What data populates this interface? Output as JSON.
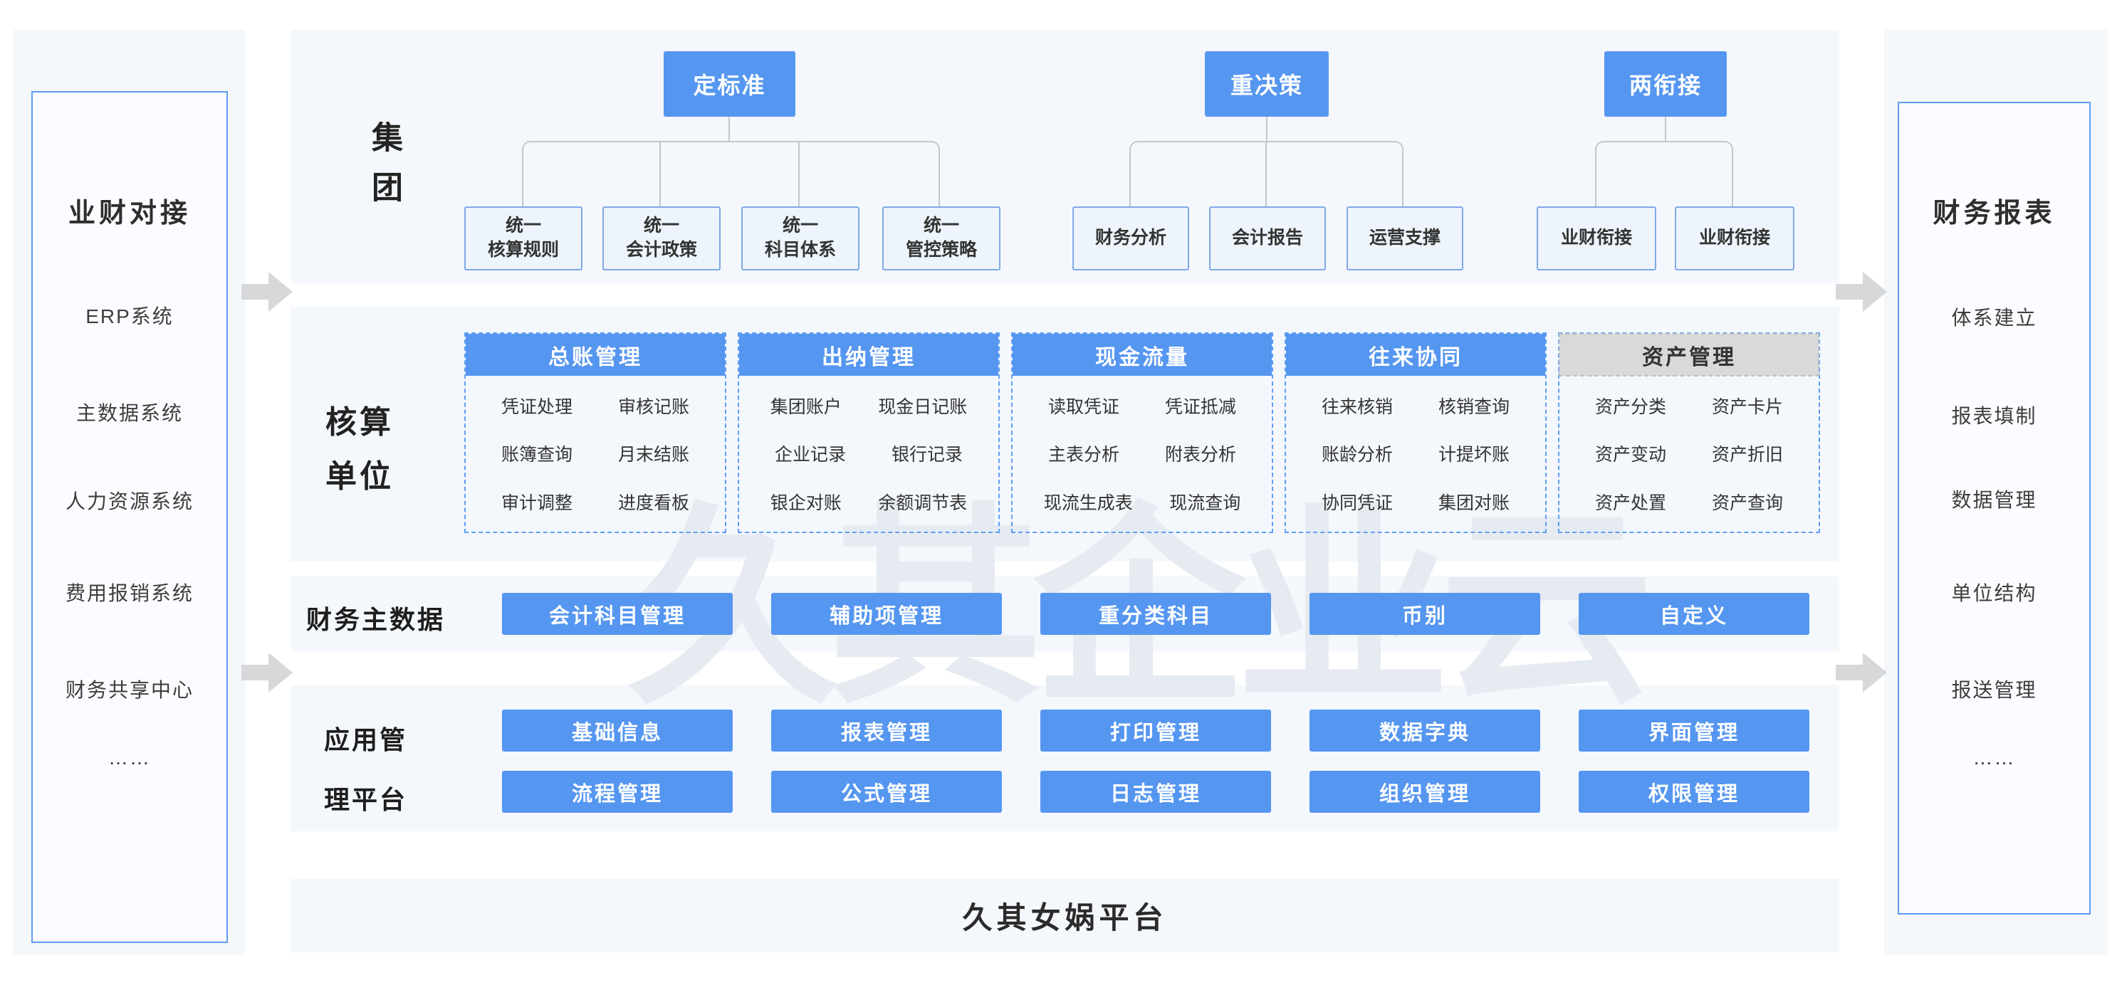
{
  "left_panel": {
    "title": "业财对接",
    "items": [
      "ERP系统",
      "主数据系统",
      "人力资源系统",
      "费用报销系统",
      "财务共享中心",
      "……"
    ]
  },
  "right_panel": {
    "title": "财务报表",
    "items": [
      "体系建立",
      "报表填制",
      "数据管理",
      "单位结构",
      "报送管理",
      "……"
    ]
  },
  "group_section": {
    "label": "集团",
    "trees": [
      {
        "parent": "定标准",
        "children": [
          "统一\n核算规则",
          "统一\n会计政策",
          "统一\n科目体系",
          "统一\n管控策略"
        ]
      },
      {
        "parent": "重决策",
        "children": [
          "财务分析",
          "会计报告",
          "运营支撑"
        ]
      },
      {
        "parent": "两衔接",
        "children": [
          "业财衔接",
          "业财衔接"
        ]
      }
    ]
  },
  "accounting_section": {
    "label_lines": [
      "核算",
      "单位"
    ],
    "columns": [
      {
        "header": "总账管理",
        "header_style": "blue",
        "items": [
          [
            "凭证处理",
            "审核记账"
          ],
          [
            "账簿查询",
            "月末结账"
          ],
          [
            "审计调整",
            "进度看板"
          ]
        ]
      },
      {
        "header": "出纳管理",
        "header_style": "blue",
        "items": [
          [
            "集团账户",
            "现金日记账"
          ],
          [
            "企业记录",
            "银行记录"
          ],
          [
            "银企对账",
            "余额调节表"
          ]
        ]
      },
      {
        "header": "现金流量",
        "header_style": "blue",
        "items": [
          [
            "读取凭证",
            "凭证抵减"
          ],
          [
            "主表分析",
            "附表分析"
          ],
          [
            "现流生成表",
            "现流查询"
          ]
        ]
      },
      {
        "header": "往来协同",
        "header_style": "blue",
        "items": [
          [
            "往来核销",
            "核销查询"
          ],
          [
            "账龄分析",
            "计提坏账"
          ],
          [
            "协同凭证",
            "集团对账"
          ]
        ]
      },
      {
        "header": "资产管理",
        "header_style": "gray",
        "items": [
          [
            "资产分类",
            "资产卡片"
          ],
          [
            "资产变动",
            "资产折旧"
          ],
          [
            "资产处置",
            "资产查询"
          ]
        ]
      }
    ]
  },
  "master_data_section": {
    "label": "财务主数据",
    "buttons": [
      "会计科目管理",
      "辅助项管理",
      "重分类科目",
      "币别",
      "自定义"
    ]
  },
  "app_platform_section": {
    "label_lines": [
      "应用管",
      "理平台"
    ],
    "rows": [
      [
        "基础信息",
        "报表管理",
        "打印管理",
        "数据字典",
        "界面管理"
      ],
      [
        "流程管理",
        "公式管理",
        "日志管理",
        "组织管理",
        "权限管理"
      ]
    ]
  },
  "bottom_bar": {
    "title": "久其女娲平台"
  },
  "watermark": {
    "text": "久其企业云"
  },
  "colors": {
    "accent_blue": "#5596F0",
    "gray_header": "#D9D9D9",
    "section_bg": "#F4F8FD",
    "panel_border": "#5E9CF2",
    "dashed_border": "#5F9DF5",
    "connector": "#C6C6C6",
    "arrow": "#D6D8DA",
    "watermark": "#E6EAF1"
  }
}
